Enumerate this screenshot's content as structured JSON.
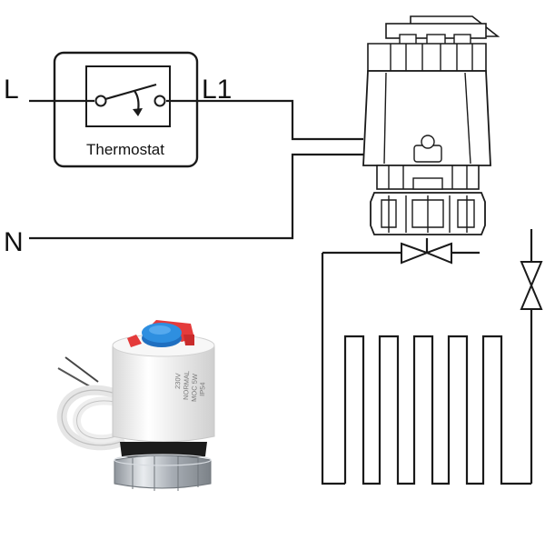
{
  "labels": {
    "line": "L",
    "line_switched": "L1",
    "neutral": "N",
    "thermostat": "Thermostat"
  },
  "actuator_photo": {
    "body_print": [
      "230V",
      "NORMAL",
      "MOC 5W",
      "IP54"
    ]
  },
  "colors": {
    "line": "#1a1a1a",
    "cap_blue": "#2e8fe0",
    "cap_red": "#e43b3b",
    "body_white": "#f4f4f4",
    "collar_black": "#1c1c1c",
    "nut_metal": "#b9bec4"
  },
  "icons": [
    "switch-symbol",
    "valve-symbol"
  ]
}
